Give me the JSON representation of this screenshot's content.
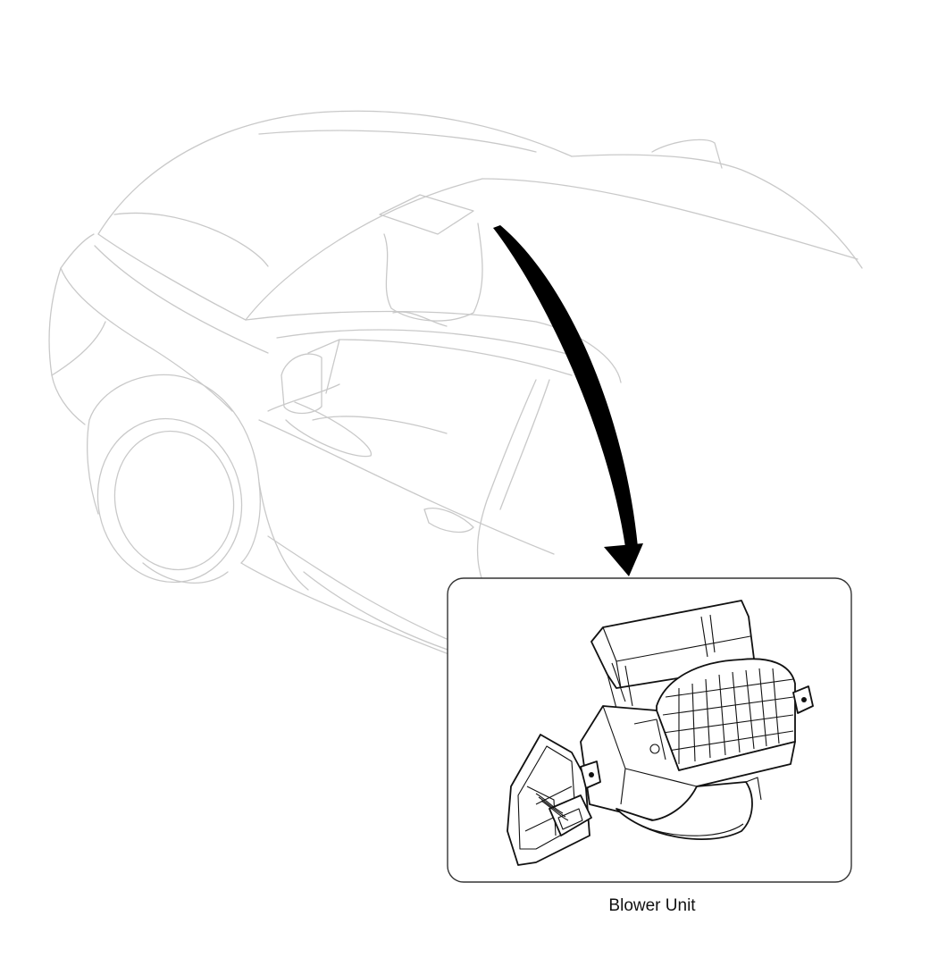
{
  "diagram": {
    "caption": "Blower Unit",
    "colors": {
      "car_outline": "#c9c9c9",
      "component_outline": "#111111",
      "arrow": "#000000",
      "inset_border": "#333333"
    },
    "icons": {
      "pointer": "curved-arrow",
      "component": "blower-unit-drawing",
      "vehicle": "car-outline-drawing"
    }
  }
}
